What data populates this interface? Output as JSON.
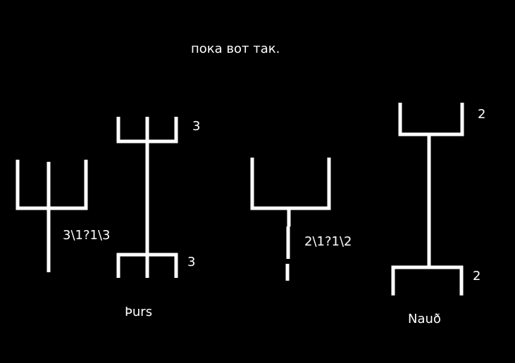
{
  "background_color": "#000000",
  "stroke_color": "#ffffff",
  "heading": "пока вот так.",
  "figures": [
    {
      "name": "Þurs",
      "sequence": "3\\1?1\\3",
      "top_count": "3",
      "bottom_count": "3"
    },
    {
      "sequence": "2\\1?1\\2"
    },
    {
      "name": "Nauð",
      "top_count": "2",
      "bottom_count": "2"
    }
  ]
}
